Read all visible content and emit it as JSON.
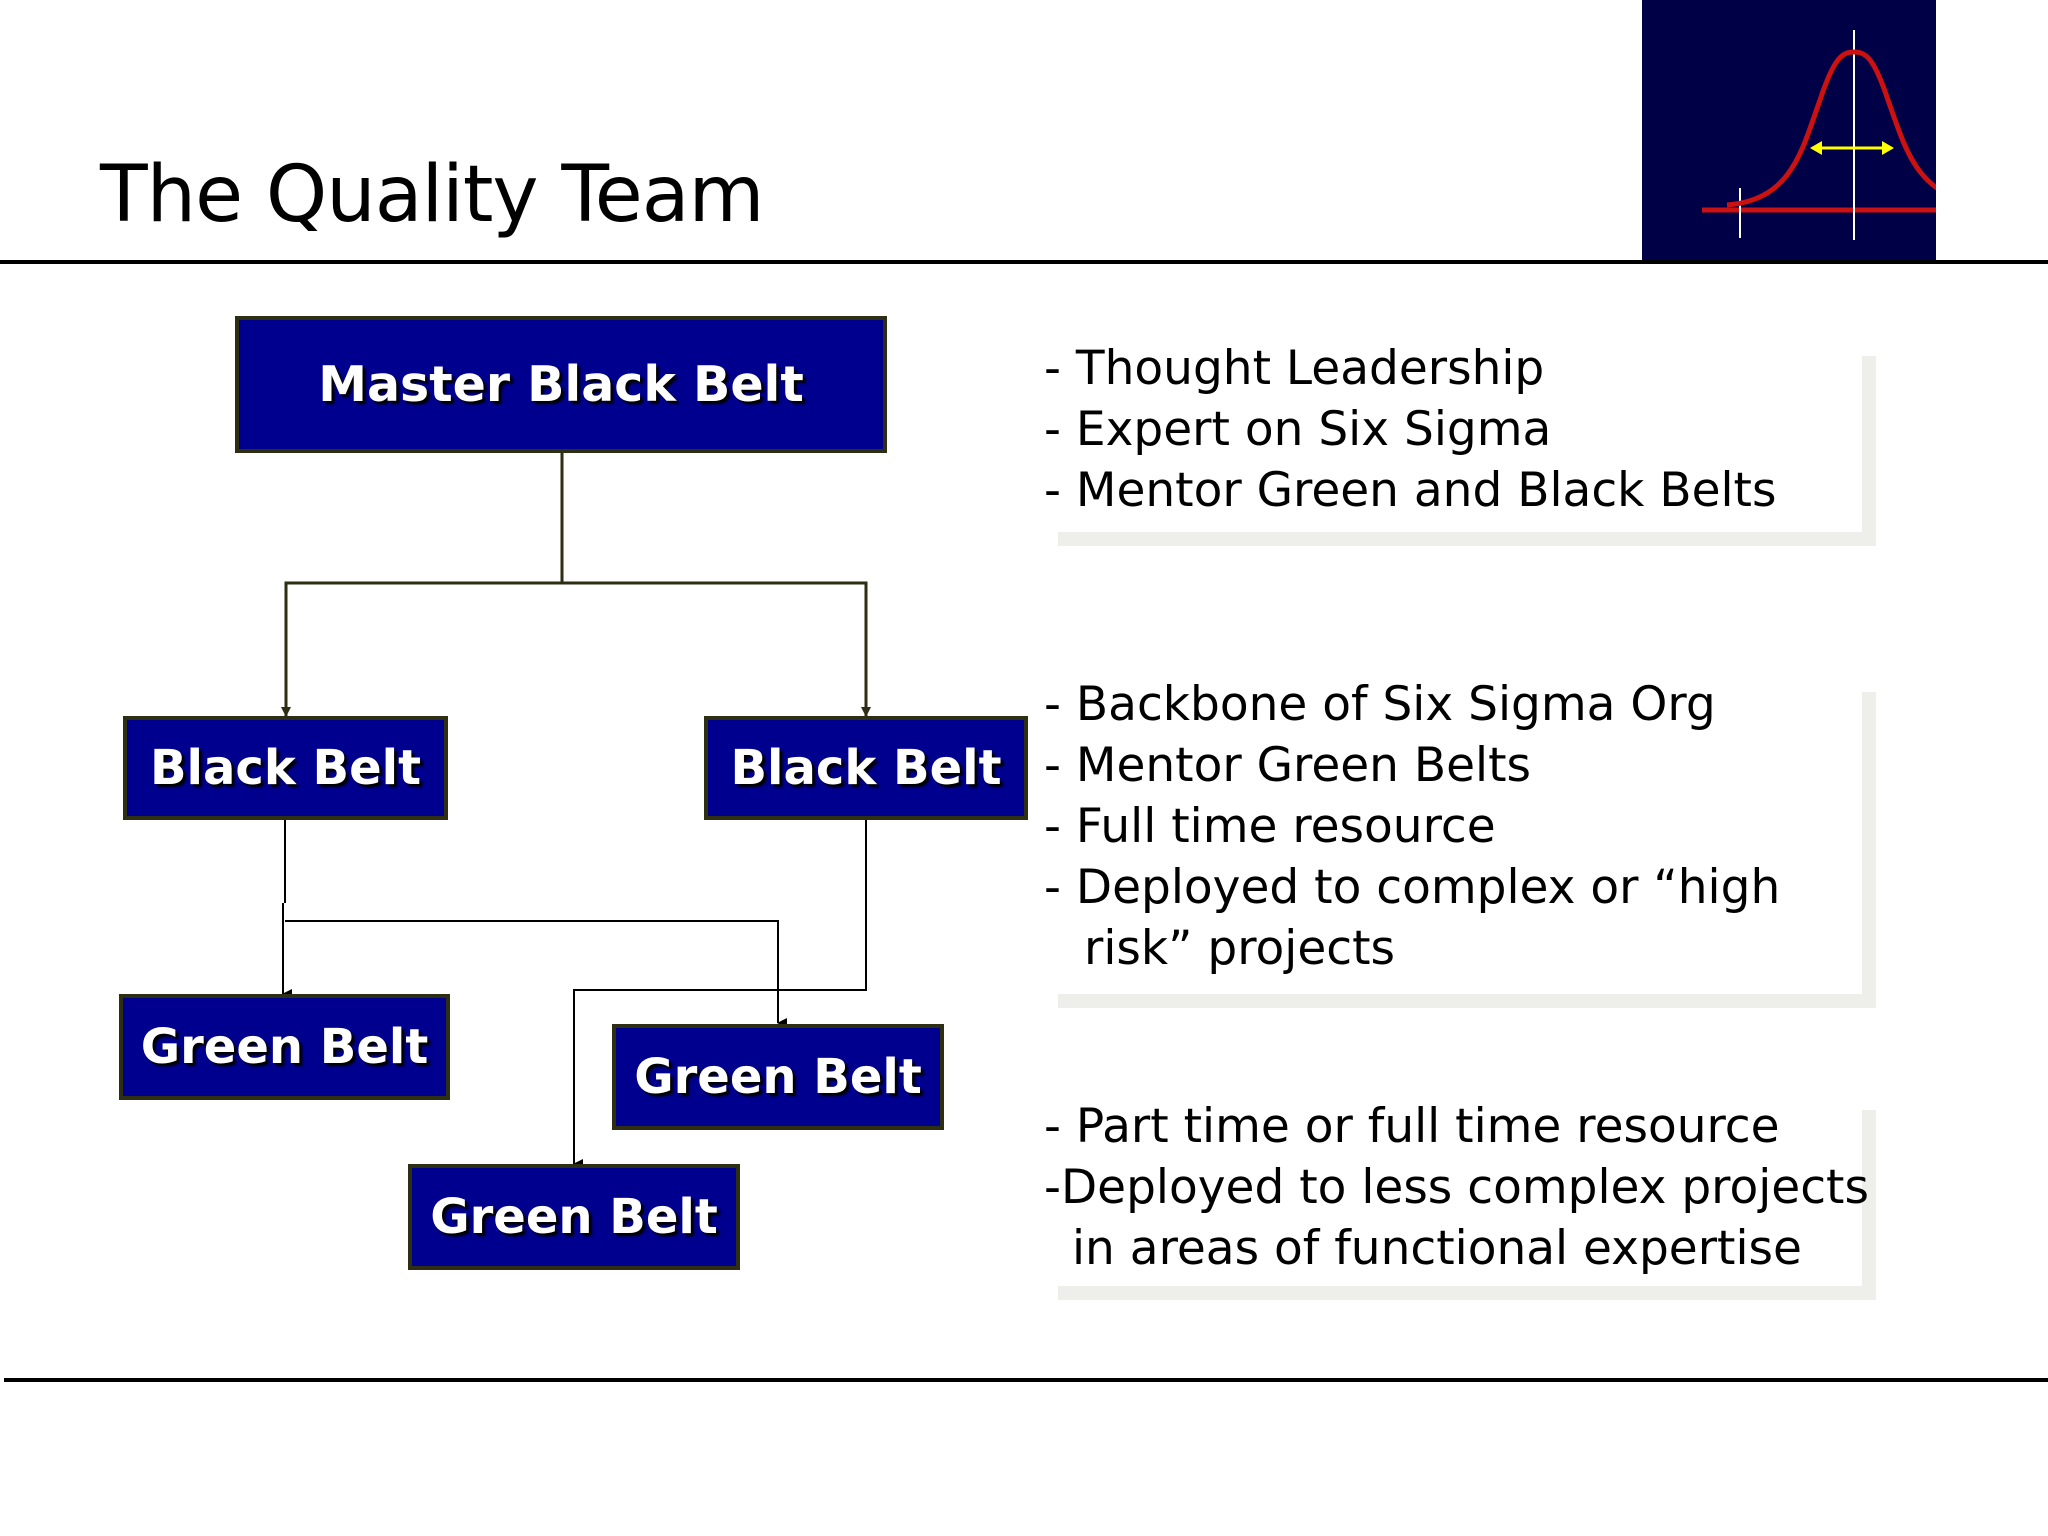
{
  "slide": {
    "title": "The Quality Team"
  },
  "org_chart": {
    "master": {
      "label": "Master Black Belt"
    },
    "black_belts": [
      {
        "label": "Black Belt"
      },
      {
        "label": "Black Belt"
      }
    ],
    "green_belts": [
      {
        "label": "Green Belt"
      },
      {
        "label": "Green Belt"
      },
      {
        "label": "Green Belt"
      }
    ]
  },
  "descriptions": {
    "master": {
      "lines": [
        "- Thought Leadership",
        "- Expert on Six Sigma",
        "- Mentor Green and Black Belts"
      ]
    },
    "black_belt": {
      "lines": [
        "-  Backbone of Six Sigma Org",
        "-  Mentor Green Belts",
        "- Full time resource",
        "- Deployed to complex or “high",
        "risk” projects"
      ]
    },
    "green_belt": {
      "lines": [
        "- Part time or full time resource",
        "-Deployed to less complex projects",
        "in areas of functional expertise"
      ]
    }
  },
  "colors": {
    "box_fill": "#00008e",
    "box_border": "#2e2e12",
    "logo_bg": "#000046",
    "curve": "#cc1111",
    "arrow": "#ffff00"
  },
  "icons": {
    "logo": "bell-curve-icon"
  }
}
